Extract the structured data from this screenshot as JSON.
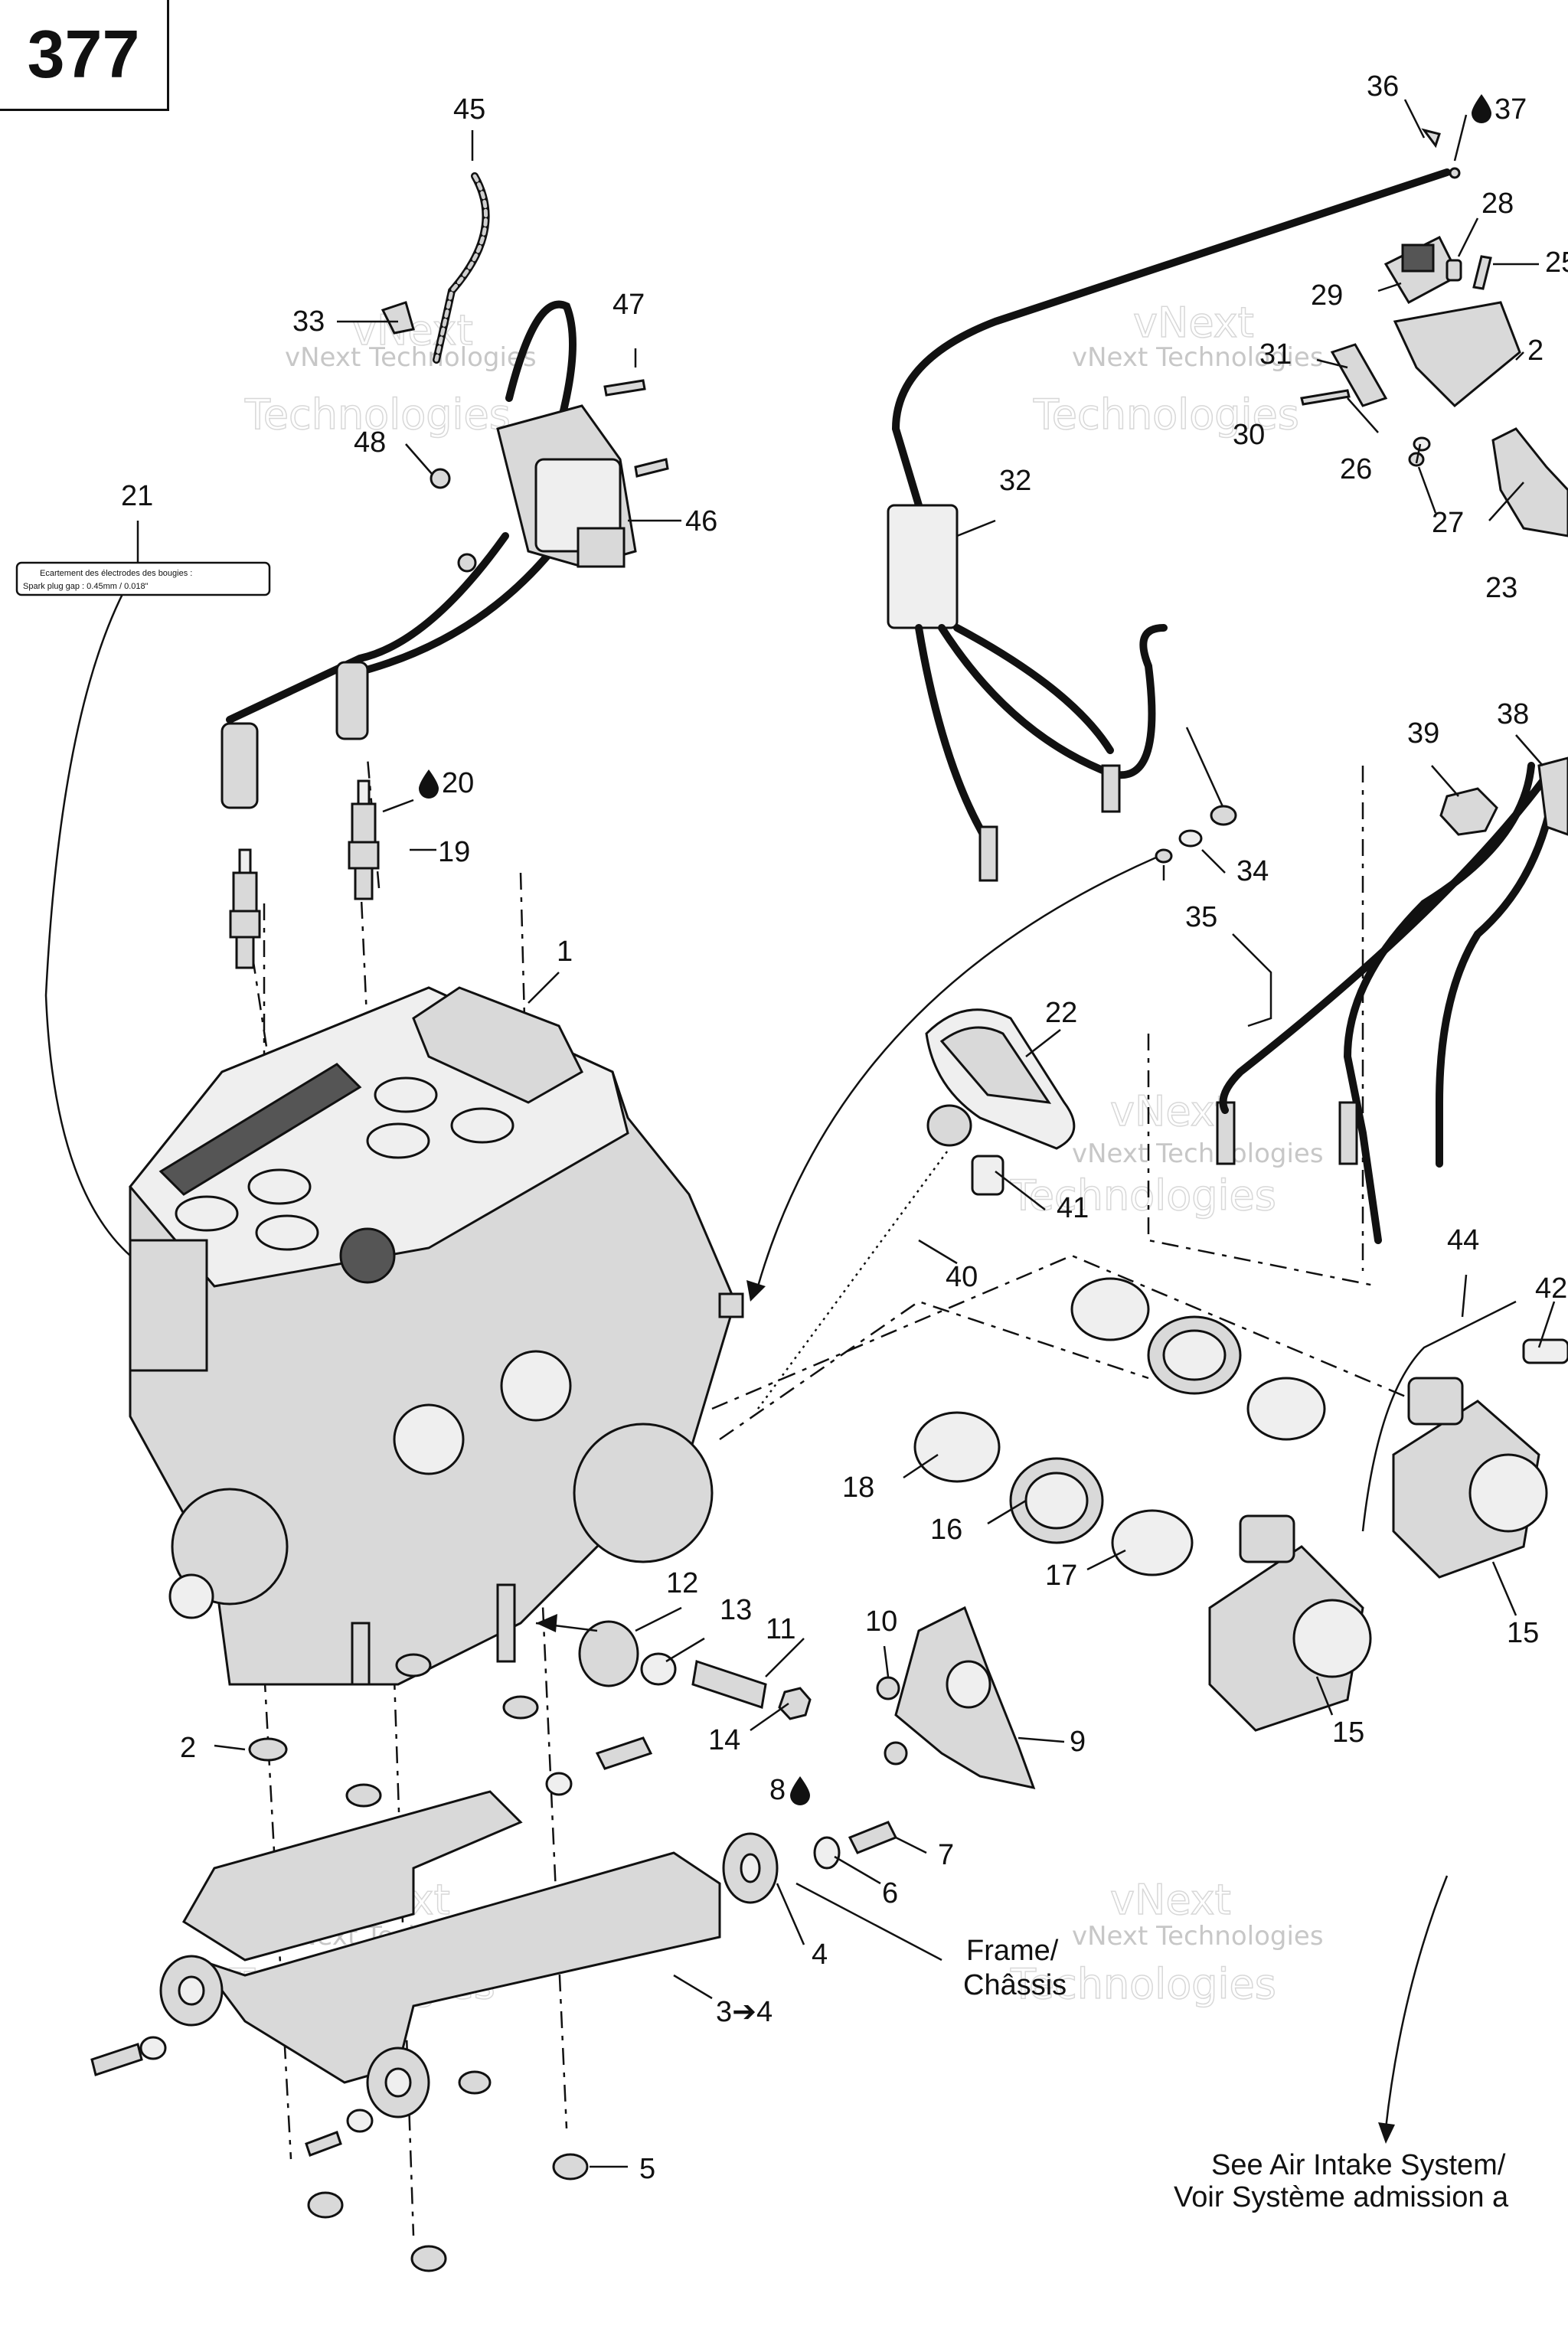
{
  "page_number": "377",
  "callouts": [
    {
      "id": "c1",
      "text": "1"
    },
    {
      "id": "c2",
      "text": "2"
    },
    {
      "id": "c3",
      "text": "3➔4"
    },
    {
      "id": "c4",
      "text": "4"
    },
    {
      "id": "c5",
      "text": "5"
    },
    {
      "id": "c6",
      "text": "6"
    },
    {
      "id": "c7",
      "text": "7"
    },
    {
      "id": "c8",
      "text": "8"
    },
    {
      "id": "c9",
      "text": "9"
    },
    {
      "id": "c10",
      "text": "10"
    },
    {
      "id": "c11",
      "text": "11"
    },
    {
      "id": "c12",
      "text": "12"
    },
    {
      "id": "c13",
      "text": "13"
    },
    {
      "id": "c14",
      "text": "14"
    },
    {
      "id": "c15a",
      "text": "15"
    },
    {
      "id": "c15b",
      "text": "15"
    },
    {
      "id": "c16",
      "text": "16"
    },
    {
      "id": "c17",
      "text": "17"
    },
    {
      "id": "c18",
      "text": "18"
    },
    {
      "id": "c19",
      "text": "19"
    },
    {
      "id": "c20",
      "text": "20"
    },
    {
      "id": "c21",
      "text": "21"
    },
    {
      "id": "c22",
      "text": "22"
    },
    {
      "id": "c23",
      "text": "23"
    },
    {
      "id": "c24",
      "text": "2"
    },
    {
      "id": "c25",
      "text": "25"
    },
    {
      "id": "c26",
      "text": "26"
    },
    {
      "id": "c27",
      "text": "27"
    },
    {
      "id": "c28",
      "text": "28"
    },
    {
      "id": "c29",
      "text": "29"
    },
    {
      "id": "c30",
      "text": "30"
    },
    {
      "id": "c31",
      "text": "31"
    },
    {
      "id": "c32",
      "text": "32"
    },
    {
      "id": "c33",
      "text": "33"
    },
    {
      "id": "c34",
      "text": "34"
    },
    {
      "id": "c35",
      "text": "35"
    },
    {
      "id": "c36",
      "text": "36"
    },
    {
      "id": "c37",
      "text": "37"
    },
    {
      "id": "c38",
      "text": "38"
    },
    {
      "id": "c39",
      "text": "39"
    },
    {
      "id": "c40",
      "text": "40"
    },
    {
      "id": "c41",
      "text": "41"
    },
    {
      "id": "c42",
      "text": "42"
    },
    {
      "id": "c44",
      "text": "44"
    },
    {
      "id": "c45",
      "text": "45"
    },
    {
      "id": "c46",
      "text": "46"
    },
    {
      "id": "c47",
      "text": "47"
    },
    {
      "id": "c48",
      "text": "48"
    }
  ],
  "notes": {
    "frame_en": "Frame/",
    "frame_fr": "Châssis",
    "air_intake_en": "See Air Intake System/",
    "air_intake_fr": "Voir Système admission a"
  },
  "spark_plug_label": {
    "line1": "Ecartement des électrodes des bougies :",
    "line2": "Spark plug gap :   0.45mm / 0.018\""
  },
  "watermark": {
    "line1": "vNext Technologies",
    "line2": "vNext",
    "line3": "Technologies"
  },
  "icons": {
    "lubricant_drop": "drop-icon",
    "arrow": "arrow-right-icon"
  }
}
